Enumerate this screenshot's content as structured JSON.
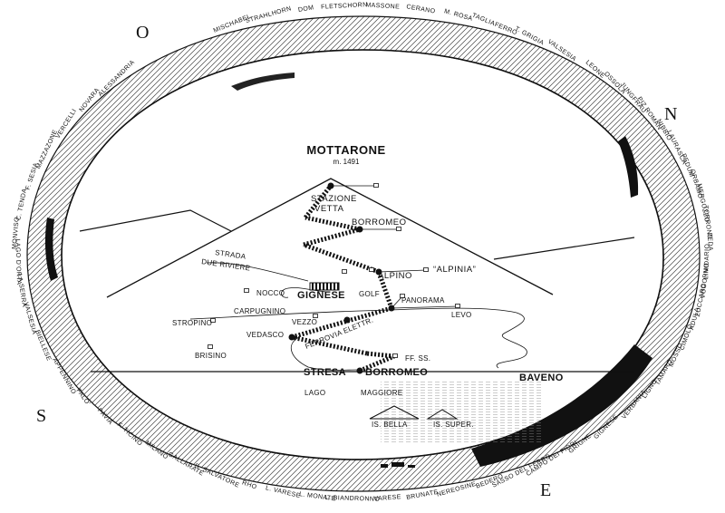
{
  "map": {
    "title": "MOTTARONE",
    "subtitle": "m. 1491",
    "compass": {
      "north": "N",
      "south": "S",
      "east": "E",
      "west": "O"
    },
    "stations": {
      "vetta_1": "STAZIONE",
      "vetta_2": "VETTA",
      "borromeo_top": "BORROMEO",
      "alpino": "ALPINO",
      "alpinia": "“ALPINIA”",
      "gignese": "GIGNESE",
      "golf": "GOLF",
      "panorama": "PANORAMA",
      "levo": "LEVO",
      "stresa": "STRESA",
      "borromeo_low": "BORROMEO",
      "baveno": "BAVENO",
      "ffss": "FF. SS.",
      "vezzo": "VEZZO",
      "carpugnino": "CARPUGNINO",
      "stropino": "STROPINO",
      "nocco": "NOCCO",
      "vedasco": "VEDASCO",
      "brisino": "BRISINO",
      "ferrovia": "FERROVIA ELETTR.",
      "strada_1": "STRADA",
      "strada_2": "DUE RIVIERE",
      "lago": "LAGO",
      "maggiore": "MAGGIORE",
      "is_bella": "IS. BELLA",
      "is_super": "IS. SUPER."
    },
    "panorama_peaks": {
      "top": [
        "MISCHABEL",
        "STRAHLHORN",
        "DOM",
        "FLETSCHORN",
        "MASSONE",
        "CERANO",
        "M. ROSA",
        "TAGLIAFERRO",
        "T. GRIGIA",
        "VALSESIA"
      ],
      "right": [
        "LEONE",
        "OSSOLA",
        "JUNGFRAU",
        "PIZ ROMAN",
        "NIBBIO",
        "LAURASCA",
        "PEDUM",
        "ORBAMO",
        "MERGOZZO",
        "TORRONE",
        "ZEDA",
        "LIMIDARIO",
        "VOGORNO",
        "ZUCCARO",
        "ADULA",
        "CIMOLO",
        "MOSSO",
        "TAMARO",
        "LIGNO",
        "VERBANIA"
      ],
      "bottom": [
        "GIGNESE",
        "GRIGNE",
        "CAMPO DEI FIORI",
        "SASSO DEL FERRO",
        "BEDERO",
        "NEREOSINE",
        "BRUNATE",
        "VARESE",
        "L. BIANDRONNO",
        "L. MONATE",
        "L. VARESE",
        "RHO",
        "S. SALVATORE",
        "GALLARATE",
        "MILANO",
        "F. TICINO",
        "PAVIA",
        "FALO'",
        "APPENNINO"
      ],
      "left": [
        "BIELLESE",
        "VALSESIA",
        "LA SERRA",
        "LAGO D'ORTA",
        "MONVISO",
        "C. TENDA",
        "F. SESIA",
        "MAZZAZONE",
        "VERCELLI",
        "NOVARA",
        "ALESSANDRIA"
      ]
    }
  }
}
